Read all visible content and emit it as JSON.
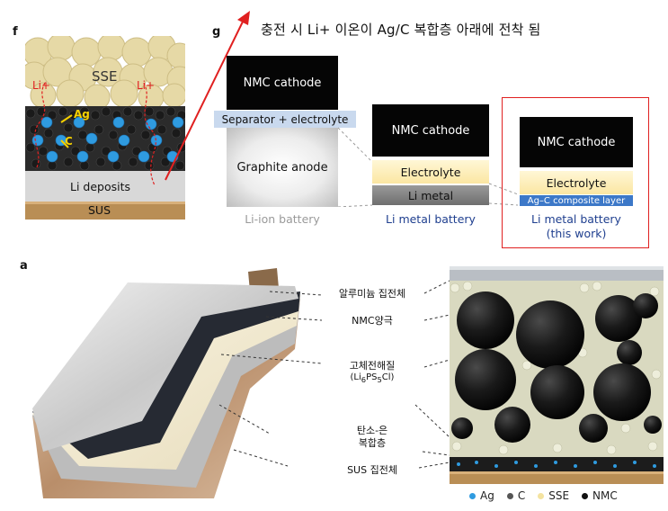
{
  "panel_f": {
    "letter": "f",
    "sse_label": "SSE",
    "li_plus_left": "Li+",
    "li_plus_right": "Li+",
    "ag_label": "Ag",
    "c_label": "C",
    "li_deposits_label": "Li deposits",
    "sus_label": "SUS"
  },
  "panel_g": {
    "letter": "g",
    "banner": "충전 시 Li+ 이온이 Ag/C 복합층 아래에 전착 됨",
    "li_ion": {
      "cathode": "NMC cathode",
      "separator": "Separator + electrolyte",
      "anode": "Graphite anode",
      "caption": "Li-ion battery"
    },
    "li_metal": {
      "cathode": "NMC cathode",
      "electrolyte": "Electrolyte",
      "metal": "Li metal",
      "caption": "Li metal battery"
    },
    "this_work": {
      "cathode": "NMC cathode",
      "electrolyte": "Electrolyte",
      "composite": "Ag–C composite layer",
      "caption_line1": "Li metal battery",
      "caption_line2": "(this work)"
    }
  },
  "panel_a": {
    "letter": "a",
    "labels": {
      "al_collector": "알루미늄 집전체",
      "nmc_cathode": "NMC양극",
      "solid_electrolyte_line1": "고체전해질",
      "solid_electrolyte_formula_pre": "(Li",
      "solid_electrolyte_sub1": "6",
      "solid_electrolyte_mid": "PS",
      "solid_electrolyte_sub2": "5",
      "solid_electrolyte_post": "Cl)",
      "carbon_silver_line1": "탄소-은",
      "carbon_silver_line2": "복합층",
      "sus_collector": "SUS 집전체"
    },
    "legend": [
      {
        "label": "Ag",
        "color": "#2f9be0"
      },
      {
        "label": "C",
        "color": "#555555"
      },
      {
        "label": "SSE",
        "color": "#f4e3a0"
      },
      {
        "label": "NMC",
        "color": "#111111"
      }
    ]
  },
  "colors": {
    "arrow_red": "#e02020",
    "caption_blue": "#1f3f8f",
    "composite_blue": "#3c78c8"
  }
}
